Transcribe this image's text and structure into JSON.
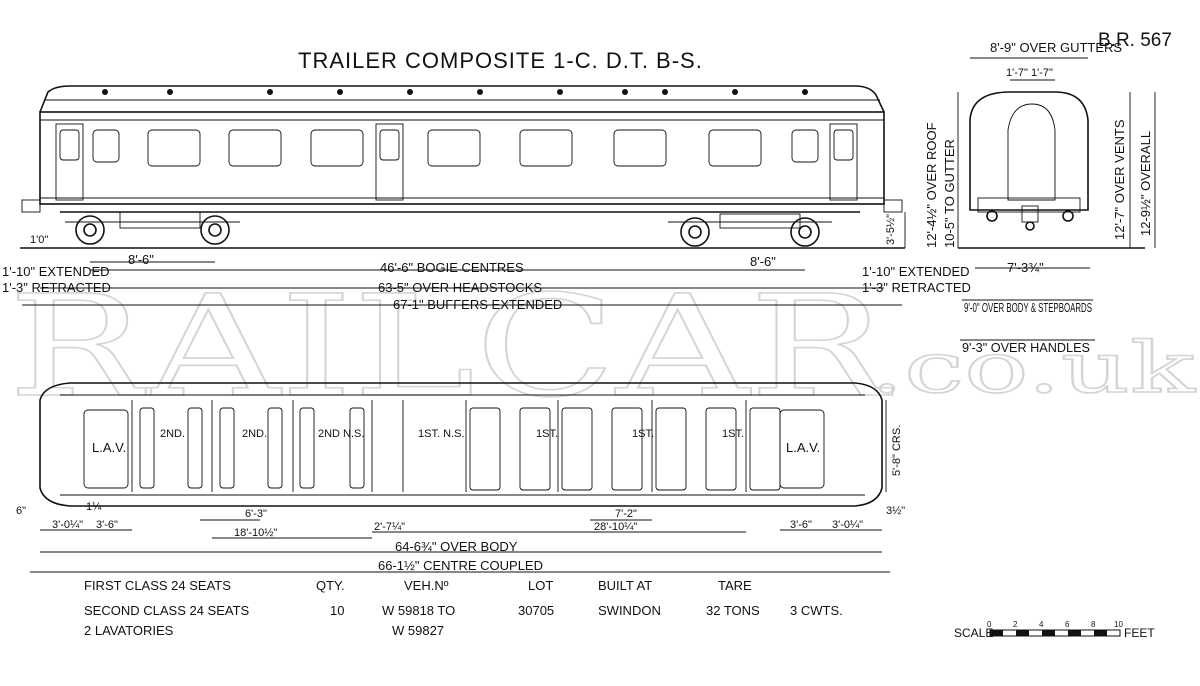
{
  "title": "TRAILER COMPOSITE  1-C. D.T.  B-S.",
  "ref": "B.R. 567",
  "watermark": {
    "main": "RAILCAR",
    "suffix": ".co.uk"
  },
  "side_elevation": {
    "height_label": "1'0\"",
    "bogie_left": "8'-6\"",
    "bogie_right": "8'-6\"",
    "bogie_centres": "46'-6\" BOGIE CENTRES",
    "left_ext": "1'-10\" EXTENDED",
    "left_ret": "1'-3\" RETRACTED",
    "right_ext": "1'-10\" EXTENDED",
    "right_ret": "1'-3\" RETRACTED",
    "headstocks": "63-5\" OVER HEADSTOCKS",
    "buffers": "67-1\" BUFFERS EXTENDED",
    "step_height": "3'-5½\""
  },
  "end_elevation": {
    "over_gutters": "8'-9\" OVER GUTTERS",
    "gutter_split": "1'-7\" 1'-7\"",
    "over_roof": "12'-4½\" OVER ROOF",
    "to_gutter": "10-5\" TO GUTTER",
    "over_vents": "12'-7\" OVER VENTS",
    "overall": "12-9½\" OVERALL",
    "track": "7'-3¾\"",
    "over_body": "9'-0\" OVER BODY & STEPBOARDS",
    "over_handles": "9'-3\" OVER HANDLES"
  },
  "plan": {
    "compartments": [
      "L.A.V.",
      "2ND.",
      "2ND.",
      "2ND N.S.",
      "1ST. N.S.",
      "1ST.",
      "1ST.",
      "1ST.",
      "L.A.V."
    ],
    "dims": {
      "a": "3'-0¼\"",
      "b": "3'-6\"",
      "c": "1¼",
      "d": "6'-3\"",
      "e": "18'-10½\"",
      "f": "2'-7¼\"",
      "g": "7'-2\"",
      "h": "28'-10¼\"",
      "i": "3'-6\"",
      "j": "3'-0¼\"",
      "k": "5'-8\" CRS.",
      "l": "3½\"",
      "m": "6\""
    },
    "over_body": "64-6¾\" OVER BODY",
    "centre_coupled": "66-1½\" CENTRE COUPLED"
  },
  "specs": {
    "row1": [
      "FIRST CLASS 24 SEATS",
      "QTY.",
      "VEH.Nº",
      "LOT",
      "BUILT AT",
      "TARE"
    ],
    "row2": [
      "SECOND CLASS 24 SEATS",
      "10",
      "W 59818 TO",
      "30705",
      "SWINDON",
      "32 TONS",
      "3 CWTS."
    ],
    "row3": [
      "2 LAVATORIES",
      "W 59827"
    ]
  },
  "scale": {
    "label": "SCALE",
    "unit": "FEET",
    "ticks": [
      "0",
      "2",
      "4",
      "6",
      "8",
      "10"
    ]
  }
}
